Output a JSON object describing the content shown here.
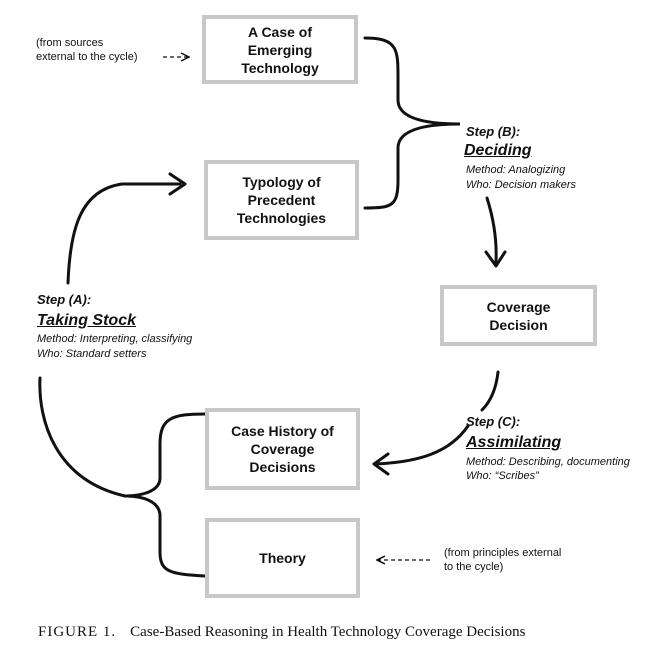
{
  "boxes": {
    "emerging": "A Case of\nEmerging\nTechnology",
    "typology": "Typology of\nPrecedent\nTechnologies",
    "coverage": "Coverage\nDecision",
    "history": "Case History of\nCoverage\nDecisions",
    "theory": "Theory"
  },
  "notes": {
    "external_sources": "(from sources\nexternal to the cycle)",
    "external_principles": "(from principles external\nto the cycle)"
  },
  "steps": {
    "a": {
      "label": "Step (A):",
      "name": "Taking Stock",
      "method": "Method:  Interpreting, classifying",
      "who": "Who:  Standard setters"
    },
    "b": {
      "label": "Step (B):",
      "name": "Deciding",
      "method": "Method:  Analogizing",
      "who": "Who:  Decision makers"
    },
    "c": {
      "label": "Step (C):",
      "name": "Assimilating",
      "method": "Method:  Describing, documenting",
      "who": "Who:  “Scribes”"
    }
  },
  "caption": {
    "figure": "FIGURE 1.",
    "text": "Case-Based Reasoning in Health Technology Coverage Decisions"
  }
}
